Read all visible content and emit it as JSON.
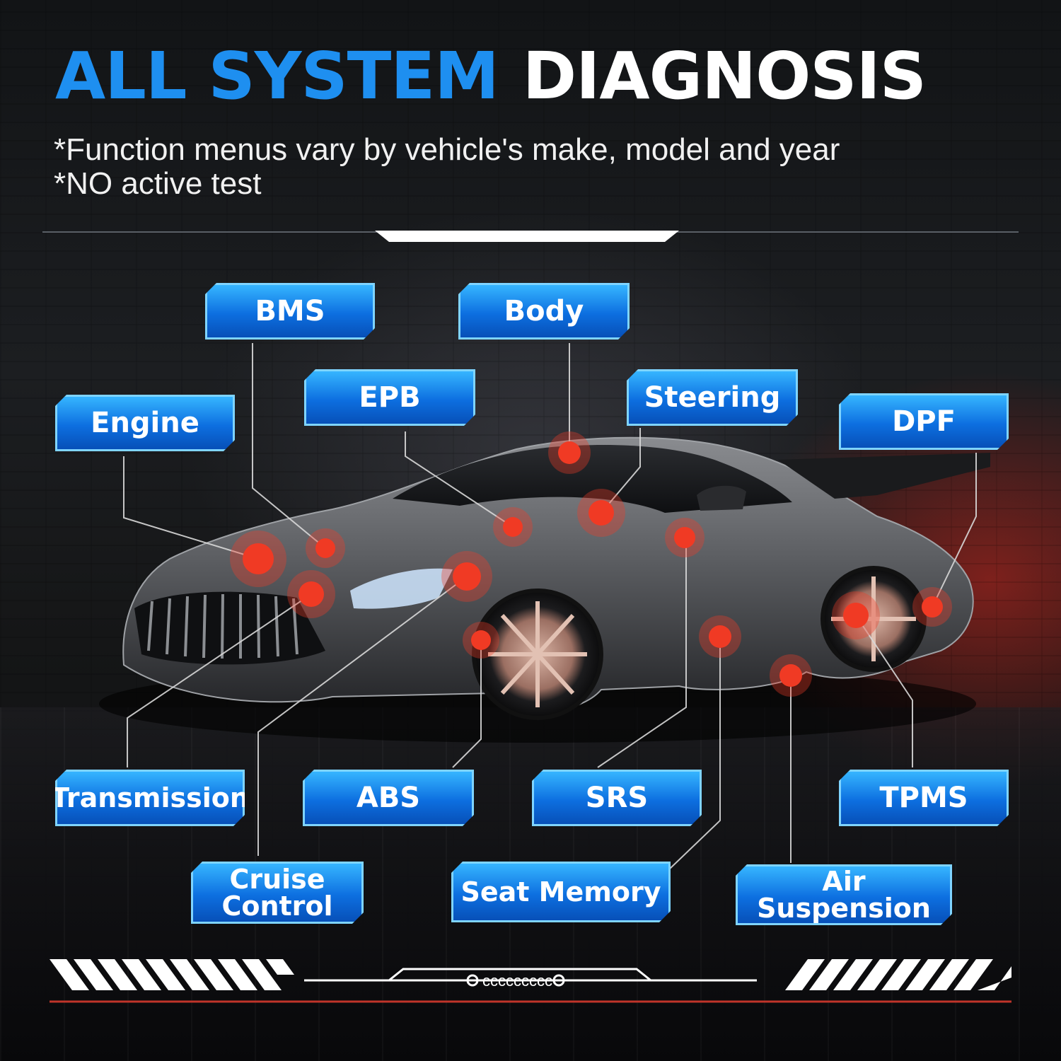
{
  "title": {
    "part1": "ALL SYSTEM",
    "part2": "DIAGNOSIS"
  },
  "notes": [
    "*Function menus vary by vehicle's make, model and year",
    "*NO active test"
  ],
  "systems": {
    "bms": "BMS",
    "body": "Body",
    "epb": "EPB",
    "steering": "Steering",
    "engine": "Engine",
    "dpf": "DPF",
    "transmission": "Transmission",
    "abs": "ABS",
    "srs": "SRS",
    "tpms": "TPMS",
    "cruise_line1": "Cruise",
    "cruise_line2": "Control",
    "seat_memory": "Seat Memory",
    "air_suspension": "Air Suspension"
  },
  "colors": {
    "accent_blue": "#1e8ff0",
    "tag_blue": "#0d6fe0",
    "marker_red": "#f03a24"
  },
  "icons": [
    "car-illustration",
    "diagnostic-point-marker"
  ]
}
